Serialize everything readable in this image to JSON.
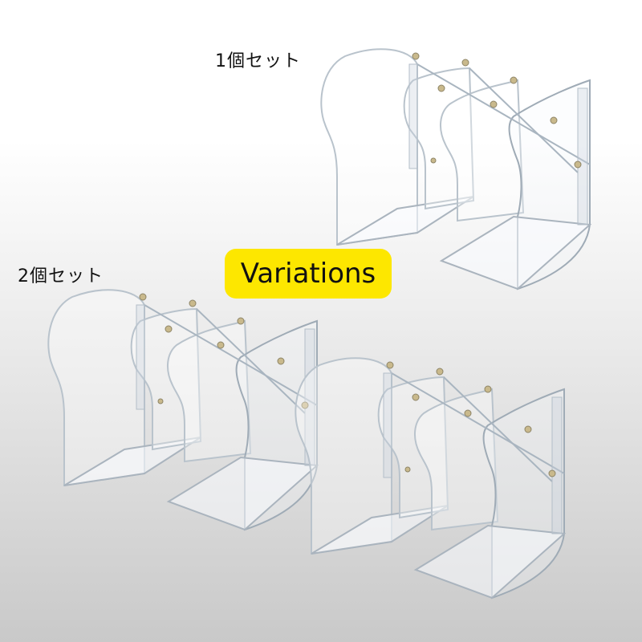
{
  "labels": {
    "single_set": "1個セット",
    "double_set": "2個セット"
  },
  "badge": {
    "text": "Variations",
    "background": "#fde700"
  },
  "colors": {
    "background_top": "#ffffff",
    "background_bottom": "#c9c9c9",
    "acrylic_edge": "#b9c3cc"
  }
}
